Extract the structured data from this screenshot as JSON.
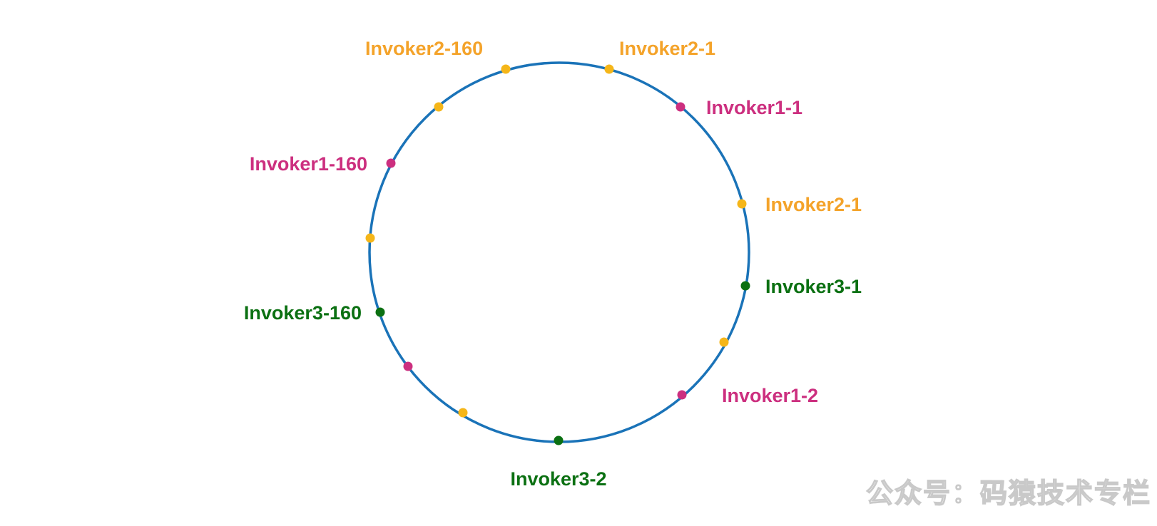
{
  "colors": {
    "ring": "#1a73b8",
    "invoker1": "#cc2f7f",
    "invoker2": "#f5b619",
    "invoker2_label": "#f4a32a",
    "invoker3": "#0b7012"
  },
  "ring": {
    "nodes": [
      {
        "id": "n1",
        "group": "invoker2",
        "label": "Invoker2-160"
      },
      {
        "id": "n2",
        "group": "invoker2",
        "label": "Invoker2-1"
      },
      {
        "id": "n3",
        "group": "invoker1",
        "label": "Invoker1-1"
      },
      {
        "id": "n4",
        "group": "invoker2",
        "label": "Invoker2-1"
      },
      {
        "id": "n5",
        "group": "invoker3",
        "label": "Invoker3-1"
      },
      {
        "id": "n6",
        "group": "invoker2",
        "label": ""
      },
      {
        "id": "n7",
        "group": "invoker1",
        "label": "Invoker1-2"
      },
      {
        "id": "n8",
        "group": "invoker3",
        "label": "Invoker3-2"
      },
      {
        "id": "n9",
        "group": "invoker2",
        "label": ""
      },
      {
        "id": "n10",
        "group": "invoker1",
        "label": ""
      },
      {
        "id": "n11",
        "group": "invoker3",
        "label": "Invoker3-160"
      },
      {
        "id": "n12",
        "group": "invoker2",
        "label": ""
      },
      {
        "id": "n13",
        "group": "invoker1",
        "label": "Invoker1-160"
      },
      {
        "id": "n14",
        "group": "invoker2",
        "label": ""
      }
    ]
  },
  "watermark": {
    "text": "公众号：码猿技术专栏"
  }
}
